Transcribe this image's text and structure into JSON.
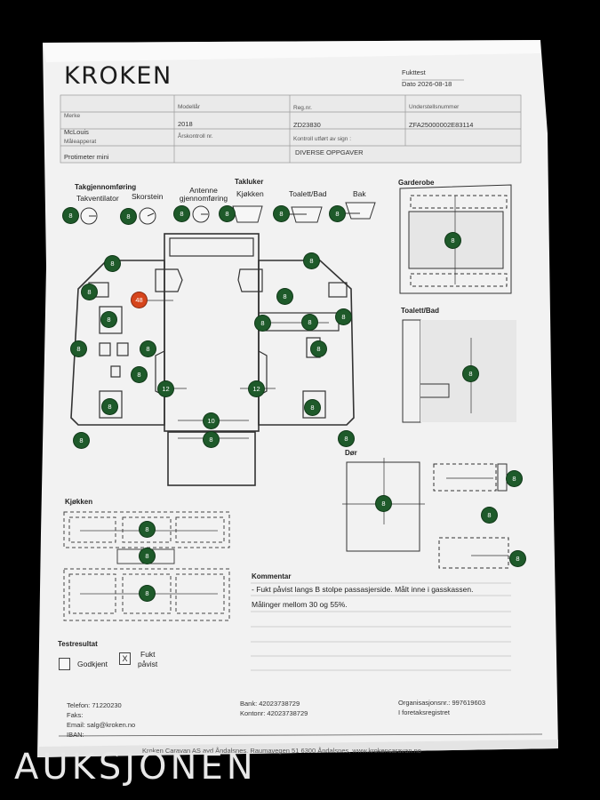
{
  "header": {
    "logo": "KROKEN",
    "doc_type": "Fukttest",
    "date": "Dato  2026-08-18"
  },
  "info_table": {
    "row1": [
      "Merke",
      "Modellår",
      "Reg.nr.",
      "Understellsnummer"
    ],
    "row2": [
      "McLouis",
      "2018",
      "ZD23830",
      "ZFA25000002E83114"
    ],
    "row3": [
      "Måleapperat",
      "Årskontroll nr.",
      "Kontroll utført av sign :",
      ""
    ],
    "row4": [
      "Protimeter mini",
      "",
      "DIVERSE OPPGAVER",
      ""
    ]
  },
  "sections": {
    "takgjennomforing": "Takgjennomføring",
    "takventilator": "Takventilator",
    "skorstein": "Skorstein",
    "antenne": "Antenne gjennomføring",
    "takluker": "Takluker",
    "kjokken_top": "Kjøkken",
    "toalett_bad_top": "Toalett/Bad",
    "bak": "Bak",
    "garderobe": "Garderobe",
    "toalett_bad": "Toalett/Bad",
    "dor": "Dør",
    "kjokken": "Kjøkken",
    "kommentar": "Kommentar",
    "testresultat": "Testresultat"
  },
  "readings": {
    "takventilator": "8",
    "skorstein": "8",
    "antenne": "8",
    "kjokken": "8",
    "toalett": "8",
    "bak": "8",
    "plan_tl": "8",
    "plan_l2": "8",
    "plan_red": "48",
    "plan_l3": "8",
    "plan_l4a": "8",
    "plan_l4b": "8",
    "plan_l5": "8",
    "plan_l6": "8",
    "plan_l7": "12",
    "plan_l8": "8",
    "plan_tr": "8",
    "plan_r2": "8",
    "plan_r3a": "8",
    "plan_r3b": "8",
    "plan_r3c": "8",
    "plan_r4": "8",
    "plan_r5": "12",
    "plan_r6": "8",
    "plan_r7": "8",
    "plan_bottom": "10",
    "plan_front": "8",
    "garderobe": "8",
    "toalett_bad": "8",
    "dor": "8",
    "dor_r1": "8",
    "dor_r2": "8",
    "dor_r3": "8",
    "kjokken1": "8",
    "kjokken2": "8",
    "kjokken3": "8"
  },
  "kommentar": {
    "line1": "- Fukt påvist langs B stolpe passasjerside. Målt inne i gasskassen.",
    "line2": "Målinger mellom 30 og 55%."
  },
  "testresultat": {
    "godkjent_label": "Godkjent",
    "godkjent_mark": "",
    "fukt_label_1": "Fukt",
    "fukt_label_2": "påvist",
    "fukt_mark": "X"
  },
  "footer": {
    "telefon": "Telefon: 71220230",
    "faks": "Faks:",
    "email": "Email: salg@kroken.no",
    "iban": "IBAN:",
    "bank": "Bank: 42023738729",
    "kontonr": "Kontonr: 42023738729",
    "org": "Organisasjonsnr.: 997619603",
    "foretak": "I foretaksregistret",
    "bottom_line": "Kroken Caravan AS avd Åndalsnes, Raumavegen 51 6300 Åndalsnes, www.krokencaravan.no"
  },
  "watermark": "AUKSJONEN"
}
